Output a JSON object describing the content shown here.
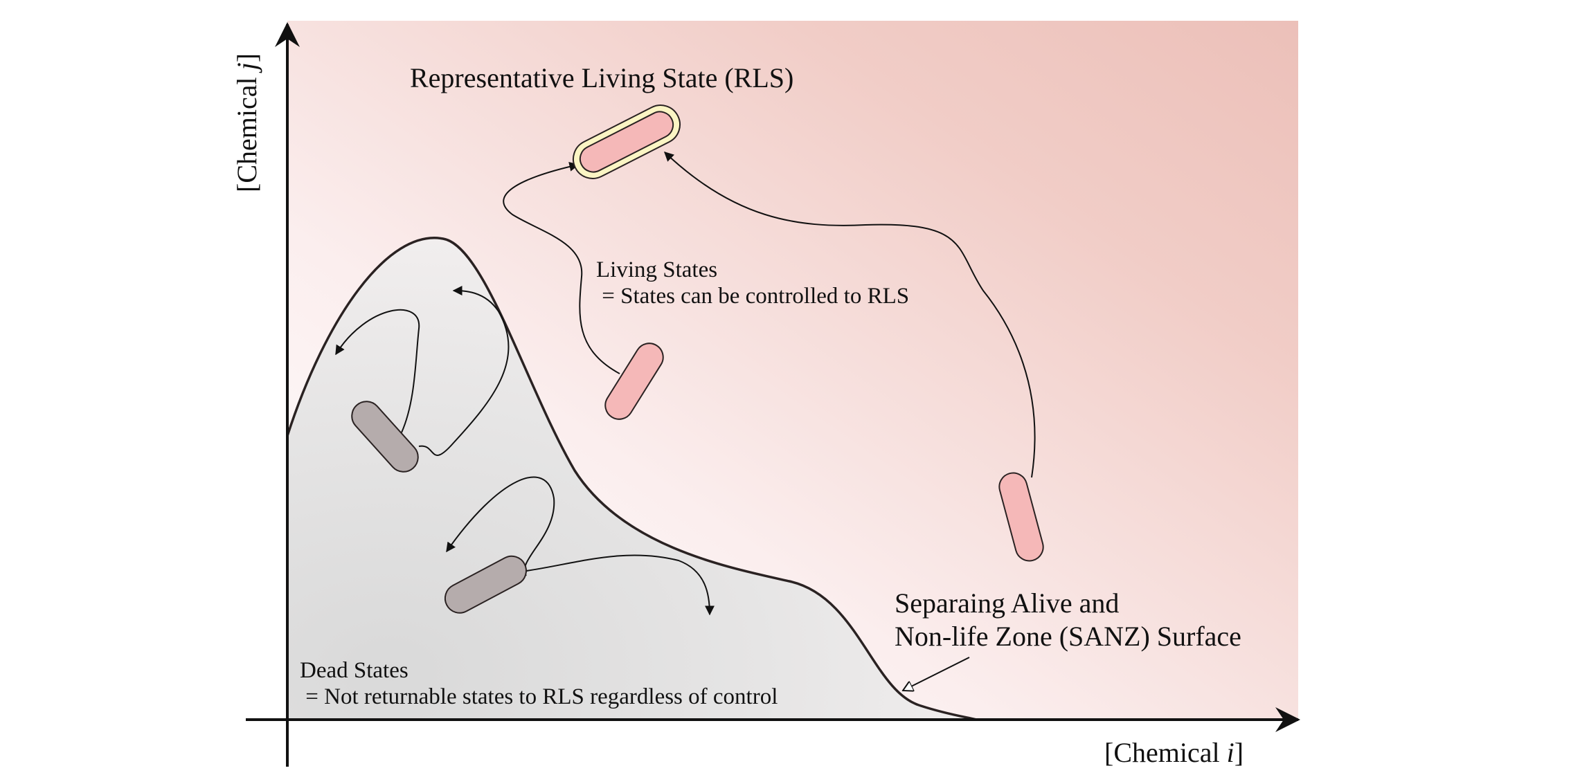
{
  "axes": {
    "x_label_prefix": "[Chemical ",
    "x_label_var": "i",
    "x_label_suffix": "]",
    "y_label_prefix": "[Chemical ",
    "y_label_var": "j",
    "y_label_suffix": "]"
  },
  "labels": {
    "rls_title": "Representative Living State (RLS)",
    "living_line1": "Living States",
    "living_line2": " = States can be controlled to RLS",
    "sanz_line1": "Separaing Alive and",
    "sanz_line2": "Non-life Zone (SANZ) Surface",
    "dead_line1": "Dead States",
    "dead_line2": " = Not returnable states to RLS regardless of control"
  },
  "colors": {
    "living_zone": "#eec3bd",
    "dead_zone": "#dcdcdc",
    "living_cell_fill": "#f5b8b8",
    "rls_cell_halo": "#fbf5c4",
    "dead_cell_fill": "#b5acac",
    "outline": "#2a2222"
  }
}
